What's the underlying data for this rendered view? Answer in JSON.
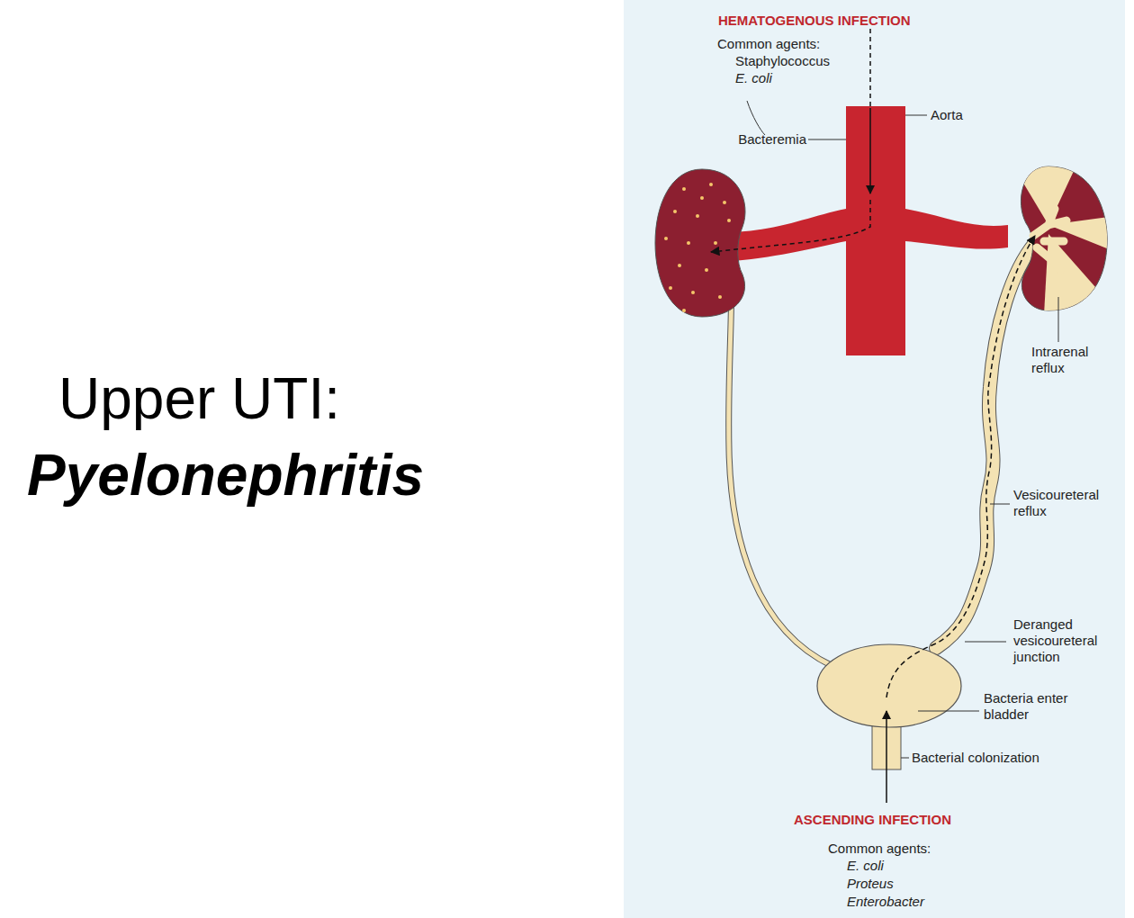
{
  "diagram": {
    "title": "Upper UTI:",
    "labels": [
      "Pyelonephritis",
      "HEMATOGENOUS INFECTION",
      "Common agents:",
      "Staphylococcus",
      "E. coli",
      "Aorta",
      "Bacteremia",
      "Intrarenal reflux",
      "Vesicoureteral reflux",
      "Deranged vesicoureteral junction",
      "Bacteria enter bladder",
      "Bacterial colonization",
      "ASCENDING INFECTION",
      "Common agents:",
      "E. coli",
      "Proteus",
      "Enterobacter"
    ]
  }
}
